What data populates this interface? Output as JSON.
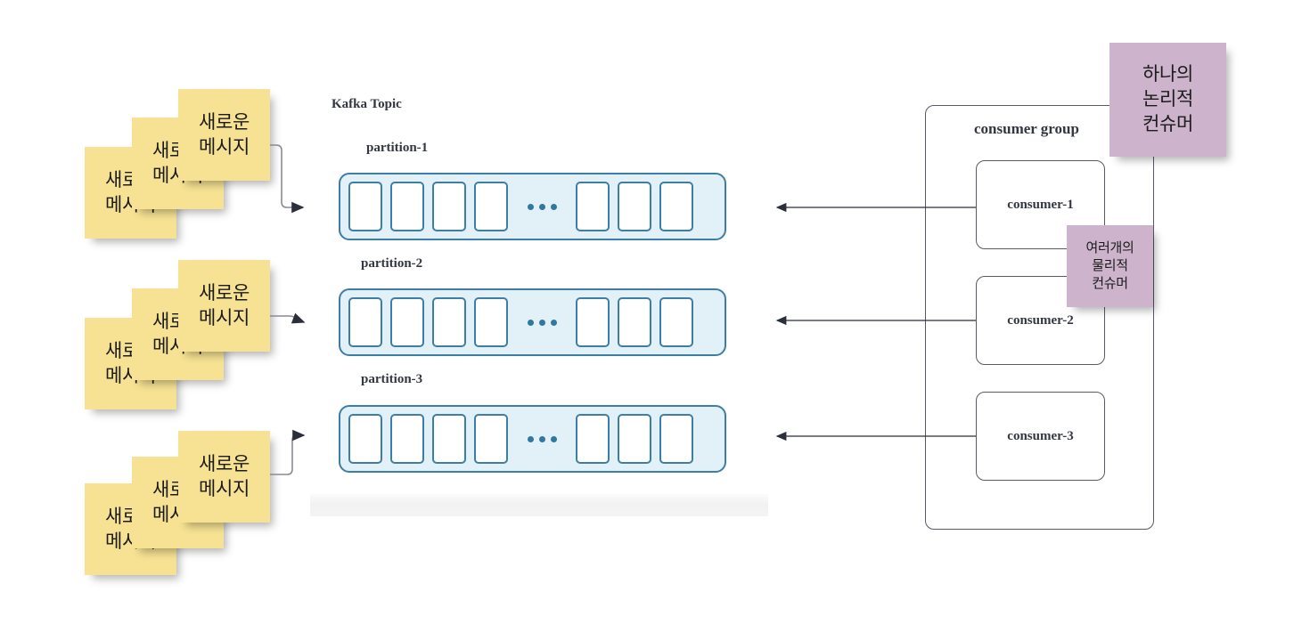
{
  "diagram": {
    "title": "Kafka Topic",
    "background": "#ffffff"
  },
  "colors": {
    "note_yellow": "#f7e293",
    "note_purple": "#ceb3cd",
    "partition_fill": "#e2f0f8",
    "partition_border": "#3d7ea6",
    "text_dark": "#33373f",
    "box_border": "#5a5a66",
    "arrow": "#333844"
  },
  "producers": {
    "message_text": "새로운\n메시지",
    "stacks": [
      {
        "id": "producer-stack-1",
        "notes": [
          "새로운\n메시지",
          "새로운\n메시지",
          "새로운\n메시지"
        ]
      },
      {
        "id": "producer-stack-2",
        "notes": [
          "새로운\n메시지",
          "새로운\n메시지",
          "새로운\n메시지"
        ]
      },
      {
        "id": "producer-stack-3",
        "notes": [
          "새로운\n메시지",
          "새로운\n메시지",
          "새로운\n메시지"
        ]
      }
    ]
  },
  "topic": {
    "label": "Kafka Topic",
    "partitions": [
      {
        "label": "partition-1",
        "cells_before": 4,
        "cells_after": 3,
        "ellipsis": "•••"
      },
      {
        "label": "partition-2",
        "cells_before": 4,
        "cells_after": 3,
        "ellipsis": "•••"
      },
      {
        "label": "partition-3",
        "cells_before": 4,
        "cells_after": 3,
        "ellipsis": "•••"
      }
    ]
  },
  "consumer_group": {
    "label": "consumer group",
    "consumers": [
      {
        "label": "consumer-1"
      },
      {
        "label": "consumer-2"
      },
      {
        "label": "consumer-3"
      }
    ]
  },
  "annotations": {
    "logical": "하나의\n논리적\n컨슈머",
    "physical": "여러개의\n물리적\n컨슈머"
  }
}
